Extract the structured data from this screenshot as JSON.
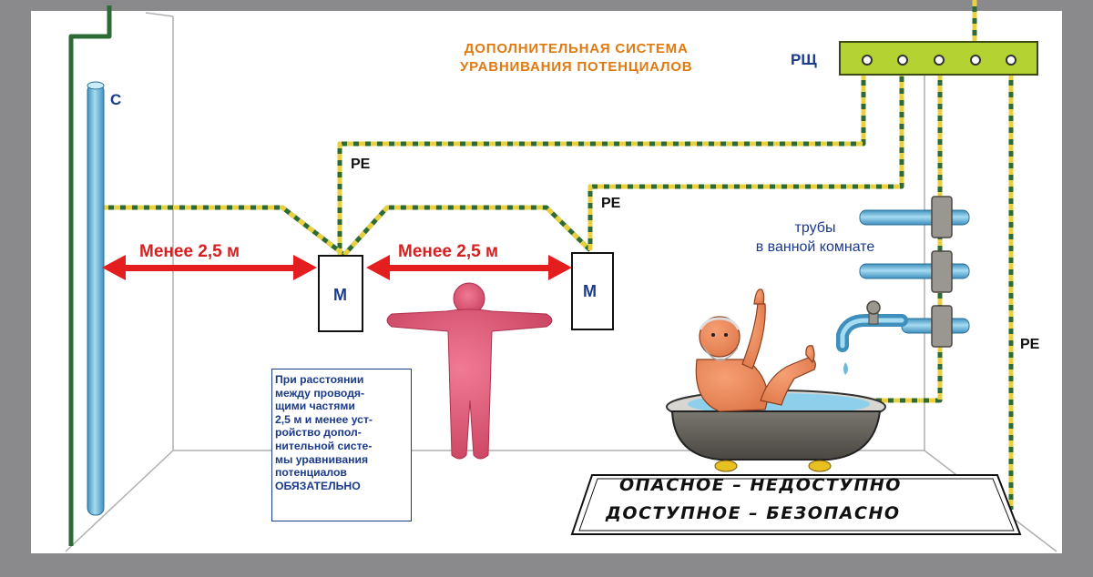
{
  "title_lines": [
    "ДОПОЛНИТЕЛЬНАЯ СИСТЕМА",
    "УРАВНИВАНИЯ ПОТЕНЦИАЛОВ"
  ],
  "panel_label": "РЩ",
  "column_label": "С",
  "pe_label": "PE",
  "distance_label": "Менее 2,5 м",
  "device_label": "М",
  "pipes_label_lines": [
    "трубы",
    "в ванной комнате"
  ],
  "note_lines": [
    "При расстоянии",
    "между проводя-",
    "щими частями",
    "2,5 м и менее уст-",
    "ройство допол-",
    "нительной систе-",
    "мы уравнивания",
    "потенциалов",
    "ОБЯЗАТЕЛЬНО"
  ],
  "warning_lines": [
    "ОПАСНОЕ – НЕДОСТУПНО",
    "ДОСТУПНОЕ – БЕЗОПАСНО"
  ],
  "colors": {
    "wall": "#ffffff",
    "frame": "#8a8a8c",
    "pipe_blue": "#6fb8dc",
    "conductor_yellow": "#e8d040",
    "conductor_green": "#2e6a36",
    "arrow_red": "#e41e1e",
    "person_pink": "#e8607e",
    "panel_green": "#b4d232",
    "text_blue": "#1a3a8a",
    "title_orange": "#e07a10"
  }
}
